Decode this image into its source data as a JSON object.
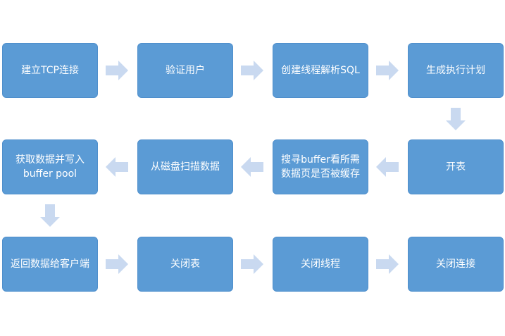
{
  "steps": [
    "建立TCP连接",
    "验证用户",
    "创建线程解析SQL",
    "生成执行计划",
    "开表",
    "搜寻buffer看所需\n数据页是否被缓存",
    "从磁盘扫描数据",
    "获取数据并写入\nbuffer pool",
    "返回数据给客户端",
    "关闭表",
    "关闭线程",
    "关闭连接"
  ],
  "colors": {
    "box_fill": "#5b9bd5",
    "box_text": "#ffffff",
    "arrow_fill": "#c9d9f0"
  }
}
